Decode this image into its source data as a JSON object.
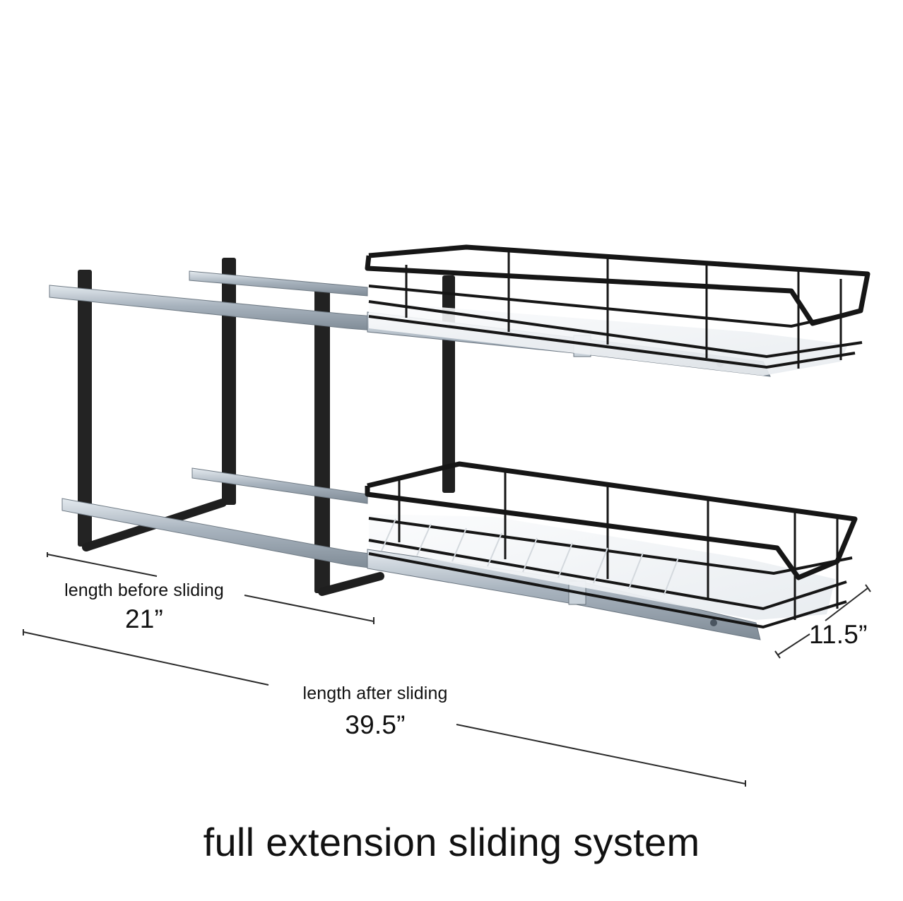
{
  "product": {
    "name": "two-tier pull-out wire basket organizer",
    "colors": {
      "frame": "#1f1f1f",
      "basket_wire": "#171717",
      "rail_steel": "#aeb8c2",
      "rail_highlight": "#dfe5ea",
      "shelf_liner": "#f1f3f5",
      "dimension_line": "#2a2a2a"
    }
  },
  "dimensions": {
    "before": {
      "label": "length before sliding",
      "value": "21”"
    },
    "after": {
      "label": "length after sliding",
      "value": "39.5”"
    },
    "width": {
      "value": "11.5”"
    }
  },
  "caption": "full extension sliding system"
}
